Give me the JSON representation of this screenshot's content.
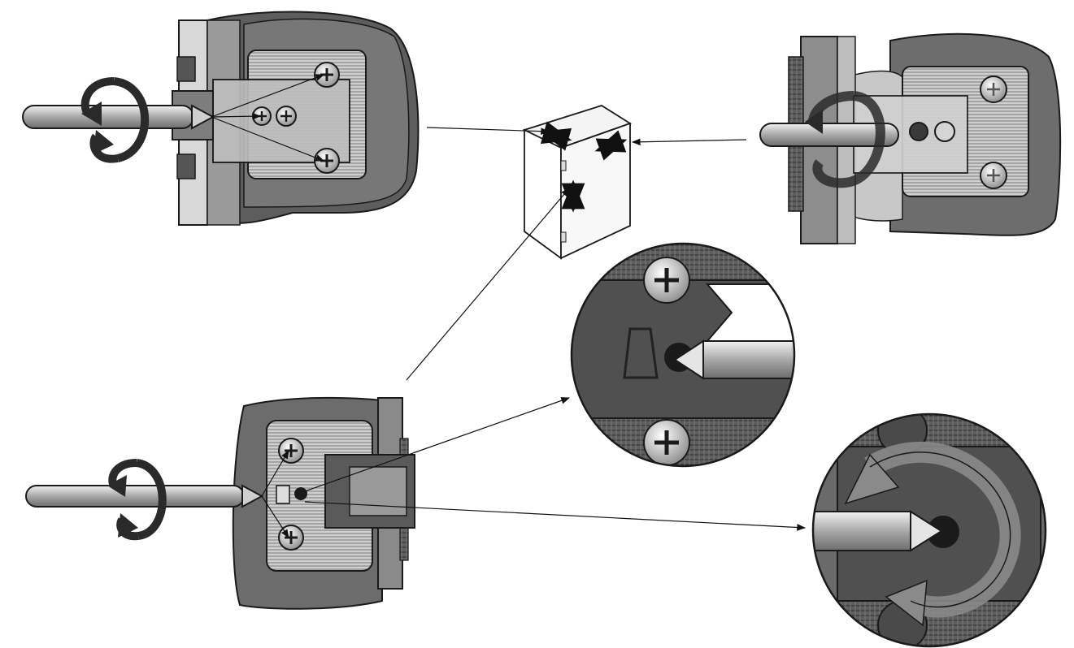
{
  "figure": {
    "type": "hinge-adjustment-instructions",
    "colors": {
      "background": "#ffffff",
      "door_panel": "#6f6f6f",
      "door_panel_dark": "#4a4a4a",
      "metal": "#c9c9c9",
      "metal_dark": "#8c8c8c",
      "outline": "#1a1a1a",
      "arrow": "#5a5a5a"
    },
    "panels": [
      {
        "id": "top-left",
        "view": "hinge-side-adjustment",
        "screws": [
          "mount-screw-upper",
          "adjust-screw",
          "cam-screw",
          "mount-screw-lower"
        ],
        "rotation": "both-directions"
      },
      {
        "id": "center",
        "view": "cabinet-overview",
        "arrows": [
          "depth",
          "side",
          "height"
        ]
      },
      {
        "id": "top-right",
        "view": "hinge-depth-adjustment",
        "rotation": "both-directions"
      },
      {
        "id": "bottom-left",
        "view": "hinge-height-adjustment",
        "rotation": "both-directions"
      },
      {
        "id": "detail-upper",
        "view": "zoom-cam-screw-with-screwdriver"
      },
      {
        "id": "detail-lower",
        "view": "zoom-cam-screw-rotation"
      }
    ]
  }
}
